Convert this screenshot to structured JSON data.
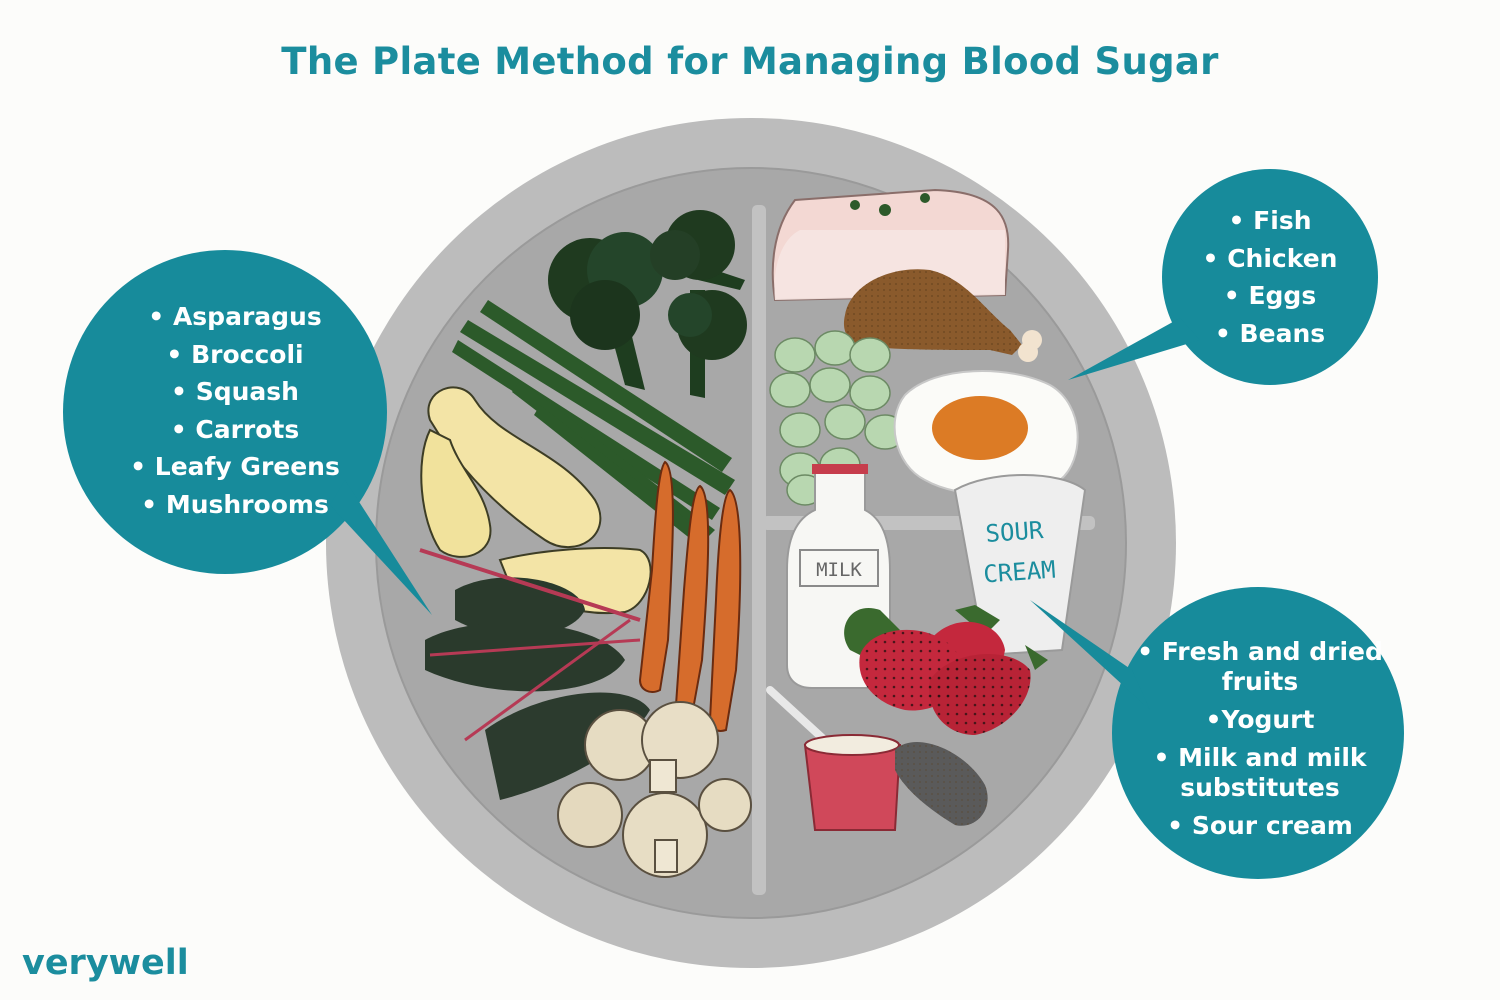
{
  "title": "The Plate Method for Managing Blood Sugar",
  "brand": "verywell",
  "colors": {
    "accent": "#1b8d9e",
    "plate_rim": "#bcbcbc",
    "plate_surface": "#a8a8a8",
    "divider": "#c2c2c2"
  },
  "vegetables": {
    "items": [
      "• Asparagus",
      "• Broccoli",
      "• Squash",
      "• Carrots",
      "• Leafy Greens",
      "• Mushrooms"
    ]
  },
  "proteins": {
    "items": [
      "• Fish",
      "• Chicken",
      "• Eggs",
      "• Beans"
    ]
  },
  "dairy_fruit": {
    "items": [
      "• Fresh and dried fruits",
      "•Yogurt",
      "• Milk and milk substitutes",
      "• Sour cream"
    ]
  },
  "labels": {
    "milk": "MILK",
    "sour": "SOUR",
    "cream": "CREAM"
  },
  "icons": [
    "broccoli-icon",
    "asparagus-icon",
    "squash-icon",
    "carrot-icon",
    "leafy-greens-icon",
    "mushroom-icon",
    "fish-icon",
    "chicken-icon",
    "beans-icon",
    "egg-icon",
    "milk-bottle-icon",
    "sour-cream-icon",
    "strawberry-icon",
    "yogurt-cup-icon",
    "dried-fruit-icon"
  ]
}
